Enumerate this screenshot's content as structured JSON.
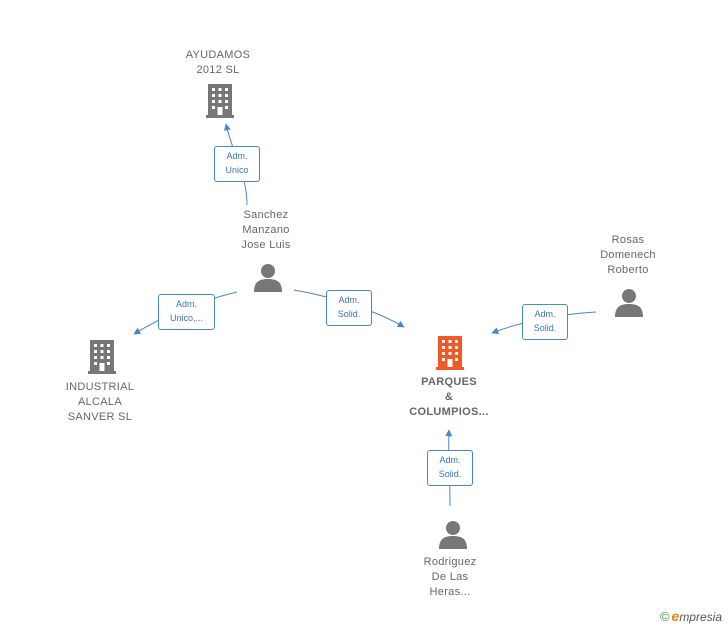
{
  "nodes": {
    "ayudamos": {
      "lines": [
        "AYUDAMOS",
        "2012 SL"
      ],
      "type": "company"
    },
    "sanchez": {
      "lines": [
        "Sanchez",
        "Manzano",
        "Jose Luis"
      ],
      "type": "person"
    },
    "industrial": {
      "lines": [
        "INDUSTRIAL",
        "ALCALA",
        "SANVER  SL"
      ],
      "type": "company"
    },
    "parques": {
      "lines": [
        "PARQUES",
        "&",
        "COLUMPIOS..."
      ],
      "type": "company",
      "main": true
    },
    "rosas": {
      "lines": [
        "Rosas",
        "Domenech",
        "Roberto"
      ],
      "type": "person"
    },
    "rodriguez": {
      "lines": [
        "Rodriguez",
        "De Las",
        "Heras..."
      ],
      "type": "person"
    }
  },
  "edges": {
    "e1": {
      "lines": [
        "Adm.",
        "Unico"
      ]
    },
    "e2": {
      "lines": [
        "Adm.",
        "Unico,..."
      ]
    },
    "e3": {
      "lines": [
        "Adm.",
        "Solid."
      ]
    },
    "e4": {
      "lines": [
        "Adm.",
        "Solid."
      ]
    },
    "e5": {
      "lines": [
        "Adm.",
        "Solid."
      ]
    }
  },
  "colors": {
    "edge": "#4a86c8",
    "company": "#777777",
    "main_company": "#f05a28",
    "person": "#777777"
  },
  "brand": {
    "copyright": "©",
    "initial": "e",
    "name": "mpresia"
  }
}
